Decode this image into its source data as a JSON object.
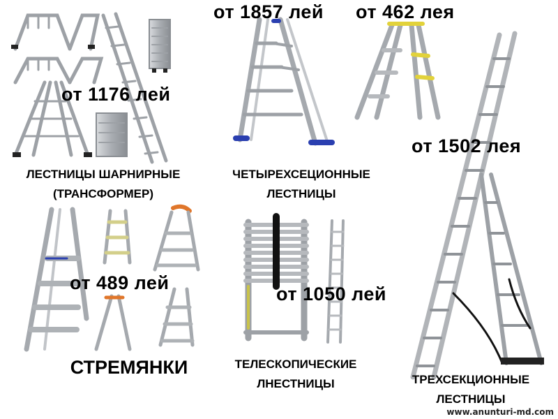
{
  "prices": {
    "transformer": "от 1176 лей",
    "four_section": "от 1857 лей",
    "two_section": "от 462 лея",
    "three_section": "от 1502 лея",
    "stepladder": "от 489 лей",
    "telescopic": "от 1050 лей"
  },
  "categories": {
    "transformer_line1": "ЛЕСТНИЦЫ ШАРНИРНЫЕ",
    "transformer_line2": "(ТРАНСФОРМЕР)",
    "four_section_line1": "ЧЕТЫРЕХСЕЦИОННЫЕ",
    "four_section_line2": "ЛЕСТНИЦЫ",
    "stepladders": "СТРЕМЯНКИ",
    "telescopic_line1": "ТЕЛЕСКОПИЧЕСКИЕ",
    "telescopic_line2": "ЛНЕСТНИЦЫ",
    "three_section_line1": "ТРЕХСЕКЦИОННЫЕ",
    "three_section_line2": "ЛЕСТНИЦЫ"
  },
  "watermark": "www.anunturi-md.com",
  "colors": {
    "background": "#ffffff",
    "text": "#000000",
    "aluminum": "#b9bcc0",
    "aluminum_dark": "#7d8186",
    "blue_feet": "#2a3fb0",
    "yellow_steps": "#e2d23a",
    "orange_grip": "#e0762a"
  },
  "icons": [
    "folding-transformer-ladder-icon",
    "four-section-ladder-icon",
    "a-frame-ladder-icon",
    "three-section-ladder-icon",
    "stepladder-icon",
    "telescopic-ladder-icon"
  ]
}
